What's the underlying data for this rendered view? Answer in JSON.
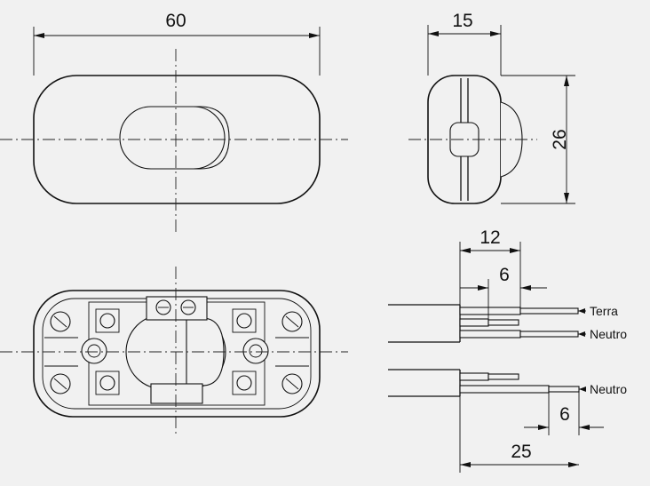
{
  "colors": {
    "background": "#f1f1f1",
    "ink": "#111111"
  },
  "dimensions": {
    "width": "60",
    "depth": "15",
    "height": "26",
    "strip_outer": "12",
    "strip_inner": "6",
    "strip_lower": "6",
    "cable_length": "25"
  },
  "wires": {
    "top_label_1": "Terra",
    "top_label_2": "Neutro",
    "bottom_label": "Neutro"
  }
}
